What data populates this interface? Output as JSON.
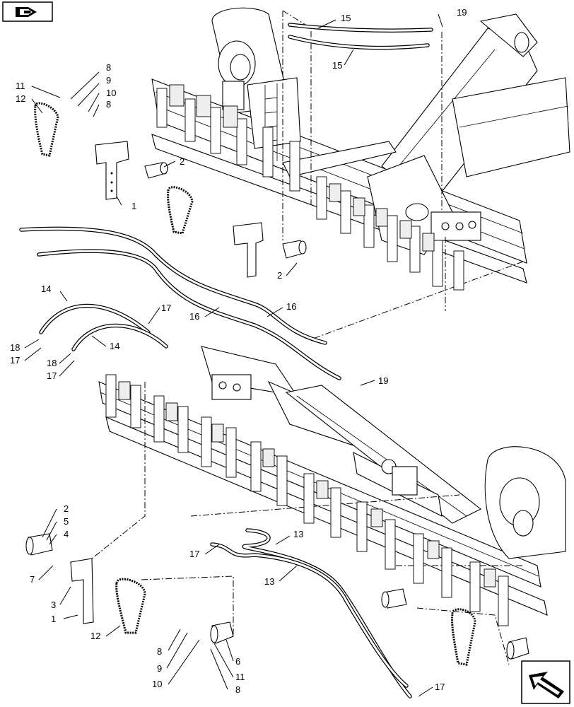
{
  "icons": {
    "top_left": "book-arrow-icon",
    "bottom_right": "return-arrow-icon"
  },
  "callouts": [
    {
      "id": "c8a",
      "text": "8"
    },
    {
      "id": "c9a",
      "text": "9"
    },
    {
      "id": "c10a",
      "text": "10"
    },
    {
      "id": "c8b",
      "text": "8"
    },
    {
      "id": "c11a",
      "text": "11"
    },
    {
      "id": "c12a",
      "text": "12"
    },
    {
      "id": "c2a",
      "text": "2"
    },
    {
      "id": "c1a",
      "text": "1"
    },
    {
      "id": "c2b",
      "text": "2"
    },
    {
      "id": "c15a",
      "text": "15"
    },
    {
      "id": "c15b",
      "text": "15"
    },
    {
      "id": "c19a",
      "text": "19"
    },
    {
      "id": "c14a",
      "text": "14"
    },
    {
      "id": "c14b",
      "text": "14"
    },
    {
      "id": "c17a",
      "text": "17"
    },
    {
      "id": "c16a",
      "text": "16"
    },
    {
      "id": "c16b",
      "text": "16"
    },
    {
      "id": "c18a",
      "text": "18"
    },
    {
      "id": "c17b",
      "text": "17"
    },
    {
      "id": "c18b",
      "text": "18"
    },
    {
      "id": "c17c",
      "text": "17"
    },
    {
      "id": "c19b",
      "text": "19"
    },
    {
      "id": "c2c",
      "text": "2"
    },
    {
      "id": "c5a",
      "text": "5"
    },
    {
      "id": "c4a",
      "text": "4"
    },
    {
      "id": "c7a",
      "text": "7"
    },
    {
      "id": "c3a",
      "text": "3"
    },
    {
      "id": "c1b",
      "text": "1"
    },
    {
      "id": "c12b",
      "text": "12"
    },
    {
      "id": "c17d",
      "text": "17"
    },
    {
      "id": "c13a",
      "text": "13"
    },
    {
      "id": "c13b",
      "text": "13"
    },
    {
      "id": "c8c",
      "text": "8"
    },
    {
      "id": "c9b",
      "text": "9"
    },
    {
      "id": "c10b",
      "text": "10"
    },
    {
      "id": "c6a",
      "text": "6"
    },
    {
      "id": "c11b",
      "text": "11"
    },
    {
      "id": "c8d",
      "text": "8"
    },
    {
      "id": "c17e",
      "text": "17"
    }
  ]
}
